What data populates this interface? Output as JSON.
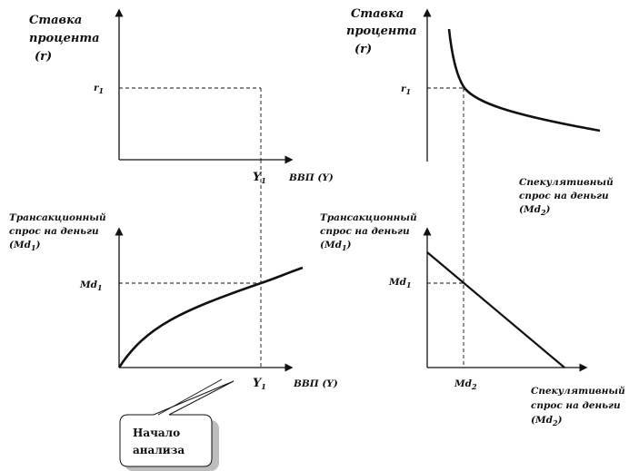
{
  "panel_top_left": {
    "y_label": [
      "Ставка",
      "процента",
      "(r)"
    ],
    "r_mark": "r",
    "r_mark_sub": "1",
    "x_tick": "Y",
    "x_tick_sub": "1",
    "x_label": "ВВП (Y)"
  },
  "panel_top_right": {
    "y_label": [
      "Ставка",
      "процента",
      "(r)"
    ],
    "r_mark": "r",
    "r_mark_sub": "1",
    "x_label": [
      "Спекулятивный",
      "спрос на деньги",
      "(Md"
    ],
    "x_label_sub": "2",
    "x_label_close": ")"
  },
  "panel_bottom_left": {
    "y_label": [
      "Трансакционный",
      "спрос на деньги",
      "(Md"
    ],
    "y_label_sub": "1",
    "y_label_close": ")",
    "md_mark": "Md",
    "md_mark_sub": "1",
    "x_tick": "Y",
    "x_tick_sub": "1",
    "x_label": "ВВП (Y)"
  },
  "panel_bottom_right": {
    "y_label": [
      "Трансакционный",
      "спрос на деньги",
      "(Md"
    ],
    "y_label_sub": "1",
    "y_label_close": ")",
    "md_mark": "Md",
    "md_mark_sub": "1",
    "x_tick": "Md",
    "x_tick_sub": "2",
    "x_label": [
      "Спекулятивный",
      "спрос на деньги",
      "(Md"
    ],
    "x_label_sub": "2",
    "x_label_close": ")"
  },
  "callout": {
    "lines": [
      "Начало",
      "анализа"
    ]
  }
}
